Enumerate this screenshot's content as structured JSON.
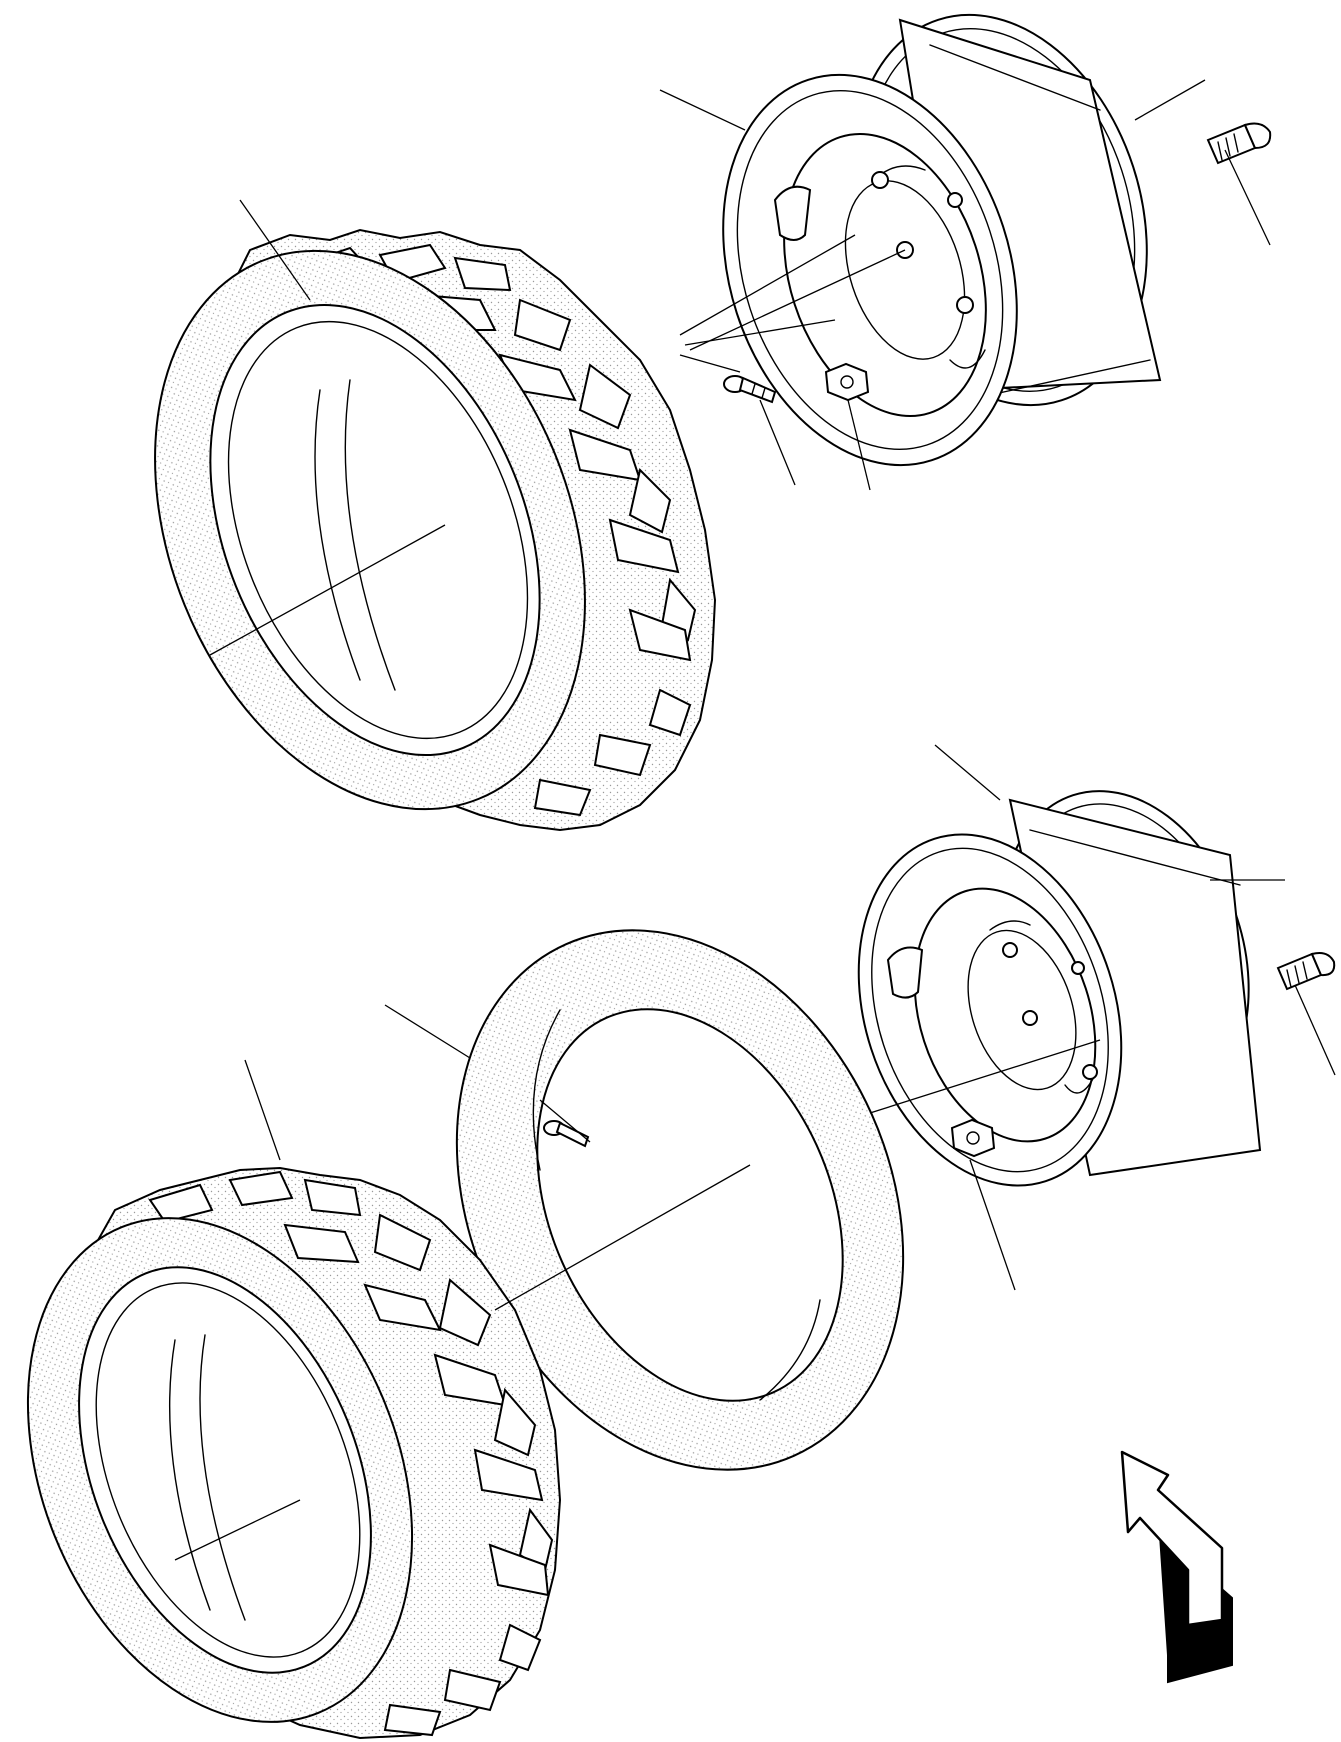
{
  "diagram": {
    "parts": [
      {
        "id": "tire-upper",
        "icon": "tire-icon"
      },
      {
        "id": "rim-upper",
        "icon": "rim-icon"
      },
      {
        "id": "rim-upper-bolt",
        "icon": "bolt-icon"
      },
      {
        "id": "rim-upper-nut",
        "icon": "nut-icon"
      },
      {
        "id": "rim-upper-valve",
        "icon": "valve-icon"
      },
      {
        "id": "tire-lower",
        "icon": "tire-icon"
      },
      {
        "id": "inner-tube",
        "icon": "inner-tube-icon"
      },
      {
        "id": "rim-lower",
        "icon": "rim-icon"
      },
      {
        "id": "rim-lower-bolt",
        "icon": "bolt-icon"
      },
      {
        "id": "rim-lower-nut",
        "icon": "nut-icon"
      },
      {
        "id": "direction-arrow",
        "icon": "front-direction-arrow-icon"
      }
    ],
    "colors": {
      "line": "#000000",
      "background": "#ffffff",
      "stipple": "#9a9a9a"
    }
  }
}
